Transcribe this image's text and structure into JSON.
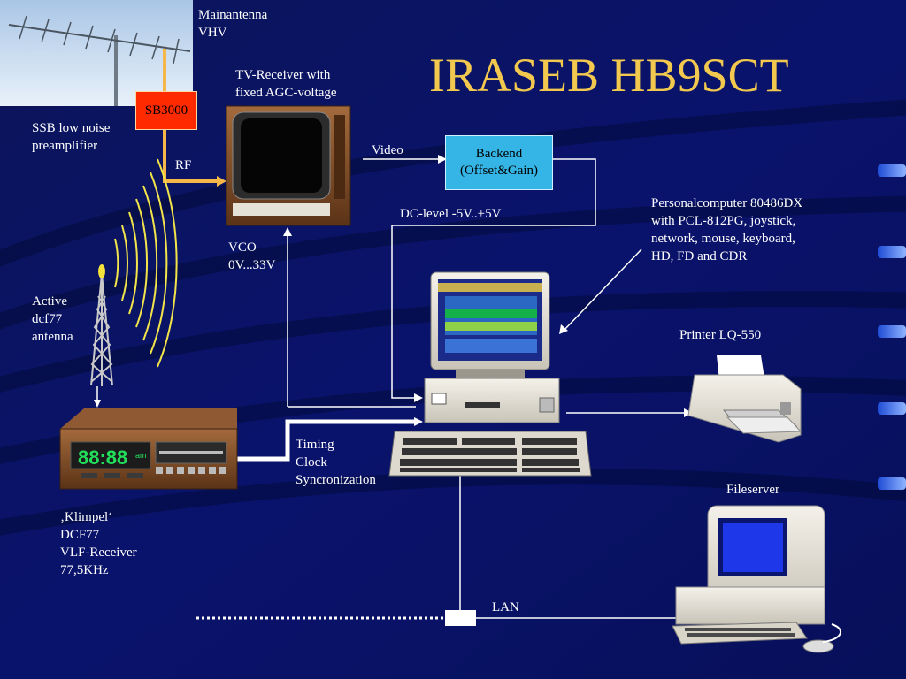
{
  "title": "IRASEB HB9SCT",
  "colors": {
    "background": "#0a1266",
    "title": "#f2c84e",
    "backend_box": "#35b5e6",
    "preamp_box": "#ff2a00",
    "rf_line": "#f5b74a",
    "dcf_waves": "#f2e44a"
  },
  "labels": {
    "main_antenna": [
      "Mainantenna",
      "VHV"
    ],
    "preamp_box": "SB3000",
    "preamp": [
      "SSB low noise",
      "preamplifier"
    ],
    "rf": "RF",
    "tv_receiver": [
      "TV-Receiver with",
      "fixed AGC-voltage"
    ],
    "video": "Video",
    "backend": [
      "Backend",
      "(Offset&Gain)"
    ],
    "dc_level": "DC-level -5V..+5V",
    "vco": [
      "VCO",
      "0V...33V"
    ],
    "pc": [
      "Personalcomputer 80486DX",
      "with PCL-812PG, joystick,",
      "network, mouse, keyboard,",
      "HD, FD and CDR"
    ],
    "printer": "Printer LQ-550",
    "active_antenna": [
      "Active",
      "dcf77",
      "antenna"
    ],
    "timing": [
      "Timing",
      "Clock",
      "Syncronization"
    ],
    "fileserver": "Fileserver",
    "dcf_receiver": [
      "‚Klimpel‘",
      "DCF77",
      "VLF-Receiver",
      "77,5KHz"
    ],
    "lan": "LAN",
    "clock_display": "88:88",
    "clock_suffix": "am"
  },
  "icons": [
    "antenna-icon",
    "tv-icon",
    "computer-icon",
    "printer-icon",
    "fileserver-icon",
    "radio-tower-icon",
    "dcf-receiver-icon"
  ]
}
